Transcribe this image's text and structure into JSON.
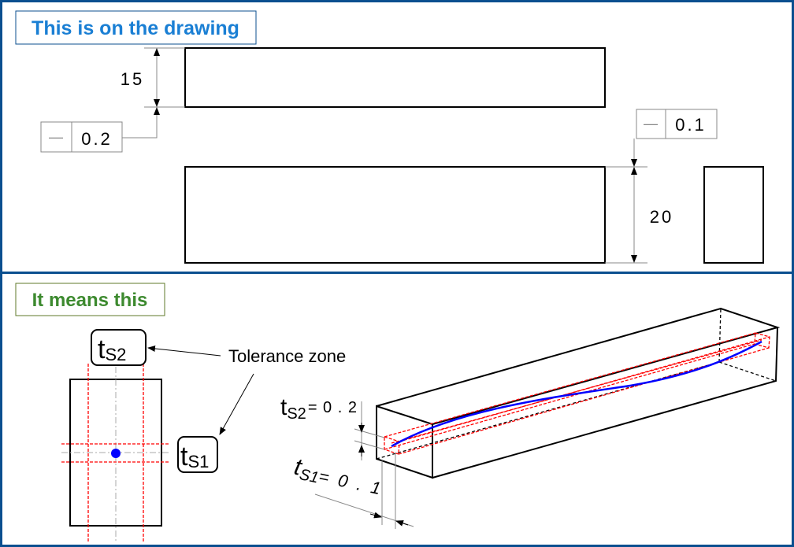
{
  "top_panel": {
    "title": "This is on the drawing",
    "title_color": "#1a7fd4",
    "dim_height_top": "15",
    "dim_height_bottom": "20",
    "fcf_top": {
      "symbol": "—",
      "value": "0.2"
    },
    "fcf_bottom": {
      "symbol": "—",
      "value": "0.1"
    }
  },
  "bottom_panel": {
    "title": "It means this",
    "title_color": "#3d8a2f",
    "label_ts2": {
      "base": "t",
      "sub": "S2"
    },
    "label_ts1": {
      "base": "t",
      "sub": "S1"
    },
    "callout": "Tolerance zone",
    "ts2_eq": {
      "base": "t",
      "sub": "S2",
      "value": "= 0 . 2"
    },
    "ts1_eq": {
      "base": "t",
      "sub": "S1",
      "value": "= 0 . 1"
    }
  },
  "colors": {
    "frame": "#0b4f8f",
    "zone": "#ff0000",
    "axis": "#0000ff"
  }
}
